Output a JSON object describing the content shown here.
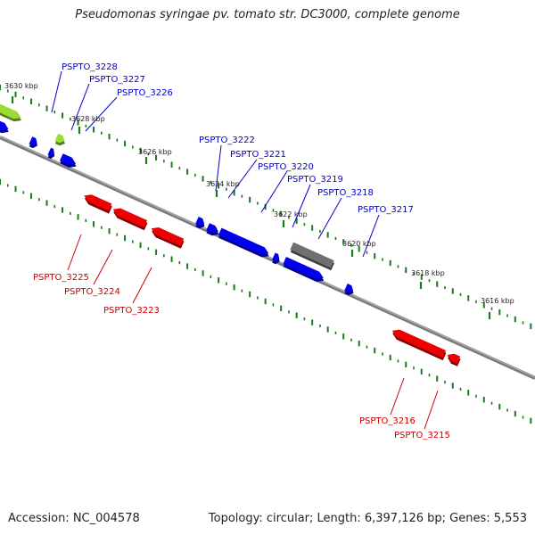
{
  "title": "Pseudomonas syringae pv. tomato str. DC3000, complete genome",
  "footer": {
    "accession": "Accession: NC_004578",
    "summary": "Topology: circular; Length: 6,397,126 bp; Genes: 5,553"
  },
  "colors": {
    "backbone": "#808080",
    "tick": "#1a7a1a",
    "forward_gene": "#0000ee",
    "reverse_gene": "#ee0000",
    "other_gene": "#707070",
    "rna_gene": "#99dd33",
    "forward_label": "#0000cc",
    "reverse_label": "#cc0000"
  },
  "kbp_labels": [
    "3630 kbp",
    "3628 kbp",
    "3626 kbp",
    "3624 kbp",
    "3622 kbp",
    "3620 kbp",
    "3618 kbp",
    "3616 kbp"
  ],
  "forward_genes": [
    "PSPTO_3228",
    "PSPTO_3227",
    "PSPTO_3226",
    "PSPTO_3222",
    "PSPTO_3221",
    "PSPTO_3220",
    "PSPTO_3219",
    "PSPTO_3218",
    "PSPTO_3217"
  ],
  "reverse_genes": [
    "PSPTO_3225",
    "PSPTO_3224",
    "PSPTO_3223",
    "PSPTO_3216",
    "PSPTO_3215"
  ]
}
